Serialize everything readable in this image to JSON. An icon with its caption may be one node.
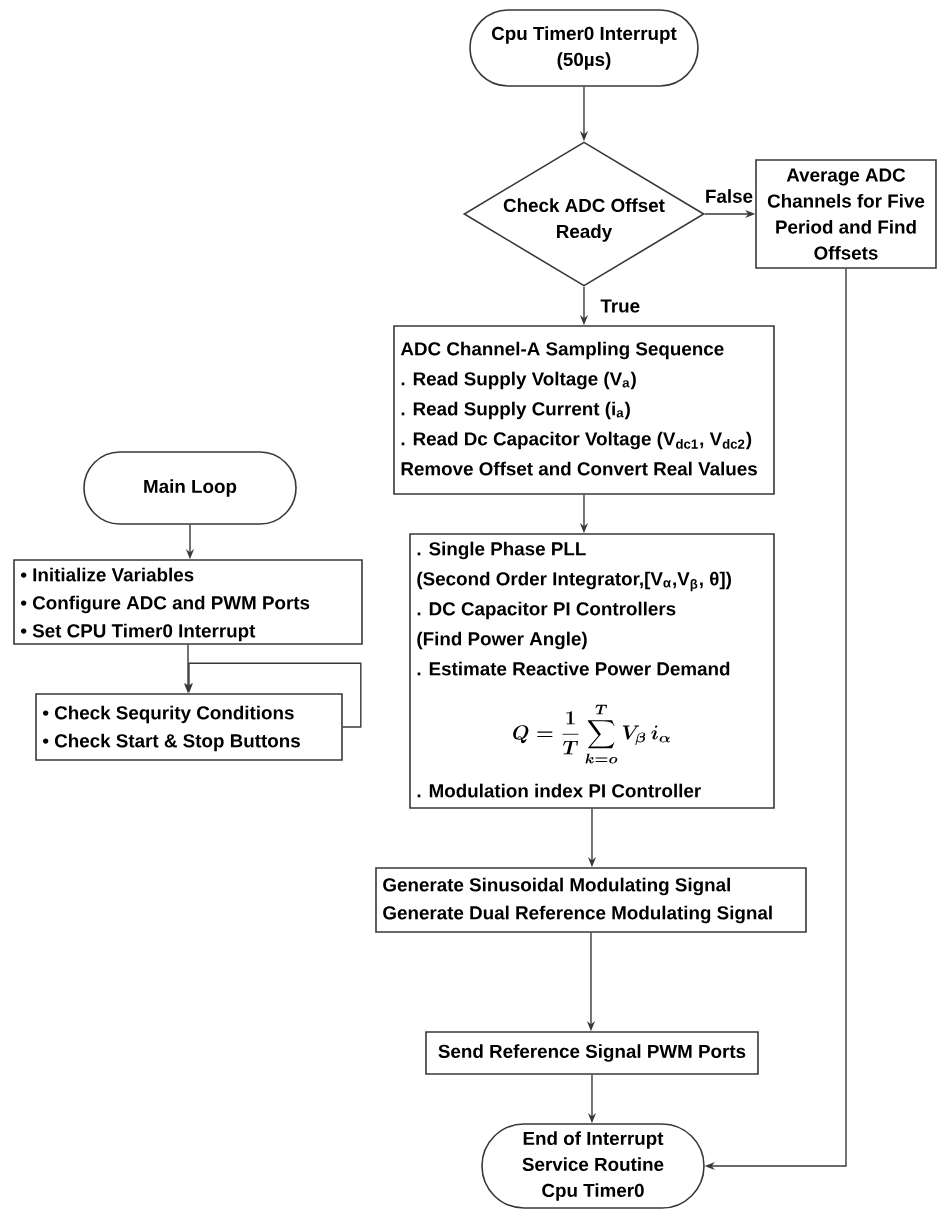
{
  "diagram": {
    "nodes": [
      {
        "text": [
          "Cpu Timer0 Interrupt (50µs)"
        ]
      },
      {
        "text": [
          "Check ADC Offset Ready"
        ]
      },
      {
        "text": [
          "Average ADC Channels for Five Period and Find Offsets"
        ]
      },
      {
        "text": [
          "ADC Channel-A Sampling Sequence",
          ". Read Supply Voltage (V$_{a}$)",
          ". Read Supply Current (i$_{a}$)",
          ". Read Dc Capacitor Voltage (V$_{dc1}$, V$_{dc2}$)",
          "Remove Offset and Convert Real Values"
        ]
      },
      {
        "text": [
          "Main Loop"
        ]
      },
      {
        "text": [
          "• Initialize Variables",
          "• Configure ADC and PWM Ports",
          "• Set CPU Timer0 Interrupt"
        ]
      },
      {
        "text": [
          ". Single Phase PLL",
          "(Second Order Integrator,[V$_{α}$,V$_{β}$, θ])",
          ". DC Capacitor PI Controllers",
          "(Find Power Angle)",
          ". Estimate Reactive Power Demand",
          "Q =\\frac{1}{T}\\sum_{k=o}^{T} V_{\\beta}\\, i_{\\alpha}",
          ". Modulation index PI Controller"
        ]
      },
      {
        "text": [
          "• Check Sequrity Conditions",
          "• Check Start & Stop Buttons"
        ]
      },
      {
        "text": [
          "Generate Sinusoidal Modulating Signal",
          "Generate Dual Reference Modulating Signal"
        ]
      },
      {
        "text": [
          "Send Reference Signal PWM Ports"
        ]
      },
      {
        "text": [
          "End of Interrupt Service Routine Cpu Timer0"
        ]
      }
    ],
    "edges": [
      {
        "from": 0,
        "to": 1,
        "arrow": "to"
      },
      {
        "from": 1,
        "to": 2,
        "arrow": "to",
        "label": "False"
      },
      {
        "from": 1,
        "to": 3,
        "arrow": "to",
        "label": "True"
      },
      {
        "from": 3,
        "to": 6,
        "arrow": "to"
      },
      {
        "from": 6,
        "to": 8,
        "arrow": "to"
      },
      {
        "from": 8,
        "to": 9,
        "arrow": "to"
      },
      {
        "from": 9,
        "to": 10,
        "arrow": "to"
      },
      {
        "from": 2,
        "to": 10,
        "arrow": "to"
      },
      {
        "from": 4,
        "to": 5,
        "arrow": "to"
      },
      {
        "from": 5,
        "to": 7,
        "arrow": "to"
      },
      {
        "from": 7,
        "to": 7,
        "arrow": "to"
      }
    ]
  }
}
